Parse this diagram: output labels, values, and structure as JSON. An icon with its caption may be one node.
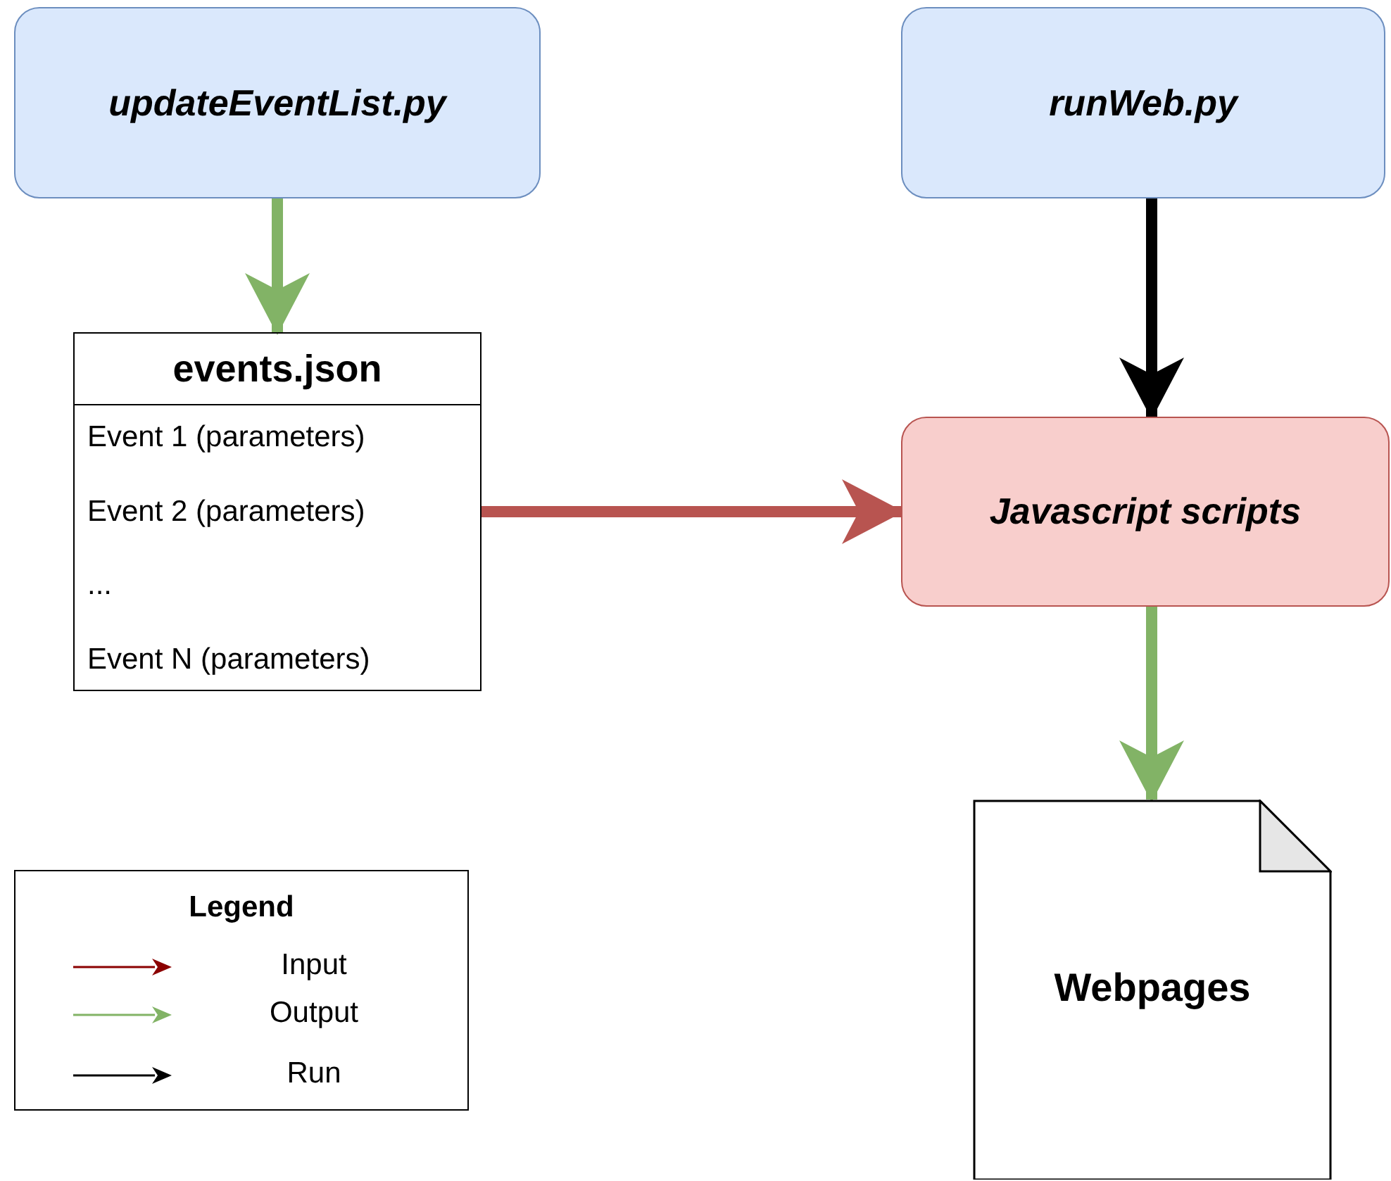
{
  "diagram": {
    "nodes": [
      {
        "text": [
          "updateEventList.py"
        ]
      },
      {
        "text": [
          "runWeb.py"
        ]
      },
      {
        "text": [
          "events.json",
          "Event 1 (parameters)",
          "Event 2 (parameters)",
          "...",
          "Event N (parameters)"
        ]
      },
      {
        "text": [
          "Javascript scripts"
        ]
      },
      {
        "text": [
          "Webpages"
        ]
      }
    ],
    "edges": [
      {
        "from": 0,
        "to": 2,
        "arrow": "to",
        "color": "#82b366"
      },
      {
        "from": 1,
        "to": 3,
        "arrow": "to",
        "color": "#000000"
      },
      {
        "from": 2,
        "to": 3,
        "arrow": "to",
        "color": "#b85450"
      },
      {
        "from": 3,
        "to": 4,
        "arrow": "to",
        "color": "#82b366"
      }
    ],
    "labels": [
      "Legend"
    ],
    "legend": [
      {
        "text": "Input",
        "color": "#8b0000"
      },
      {
        "text": "Output",
        "color": "#82b366"
      },
      {
        "text": "Run",
        "color": "#000000"
      }
    ]
  }
}
